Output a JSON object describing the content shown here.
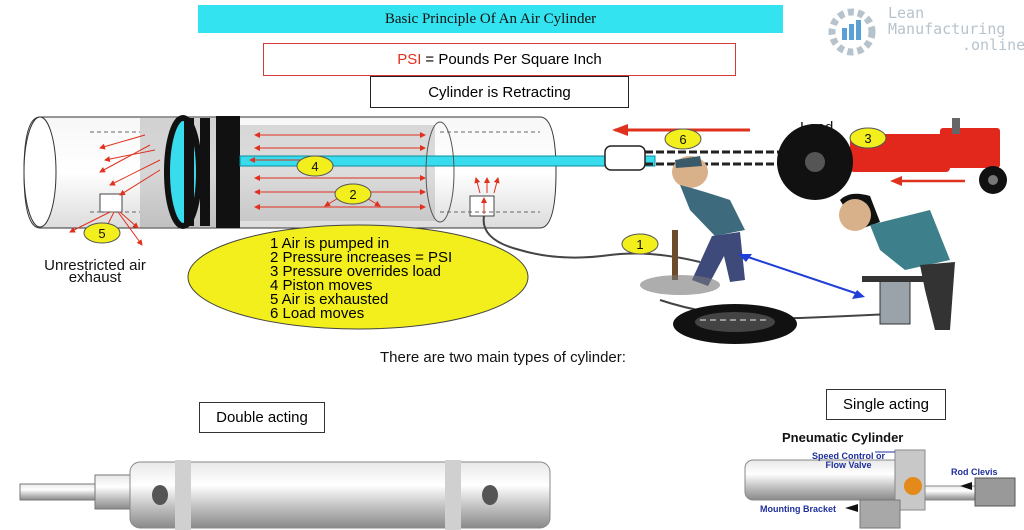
{
  "header": {
    "title": "Basic Principle Of An Air Cylinder",
    "psi_abbrev": "PSI",
    "psi_definition": "= Pounds Per Square Inch",
    "state": "Cylinder is Retracting"
  },
  "logo": {
    "line1": "Lean",
    "line2": "Manufacturing",
    "line3": ".online"
  },
  "markers": {
    "m1": "1",
    "m2": "2",
    "m3": "3",
    "m4": "4",
    "m5": "5",
    "m6": "6"
  },
  "load_label": "Load",
  "exhaust_label": {
    "line1": "Unrestricted air",
    "line2": "exhaust"
  },
  "steps": [
    "1  Air is pumped in",
    "2  Pressure increases = PSI",
    "3  Pressure overrides load",
    "4  Piston moves",
    "5  Air is exhausted",
    "6  Load moves"
  ],
  "types_sentence": "There are two main types of cylinder:",
  "double_acting": "Double acting",
  "single_acting": "Single acting",
  "pneumatic": {
    "title": "Pneumatic Cylinder",
    "speed_control_line1": "Speed Control or",
    "speed_control_line2": "Flow Valve",
    "rod_clevis": "Rod Clevis",
    "mounting_bracket": "Mounting Bracket"
  },
  "colors": {
    "title_bg": "#33e4f0",
    "marker_fill": "#f2ef1c",
    "arrow_red": "#e0301e",
    "piston_cyan": "#38dcec",
    "tractor_red": "#e2281d"
  }
}
